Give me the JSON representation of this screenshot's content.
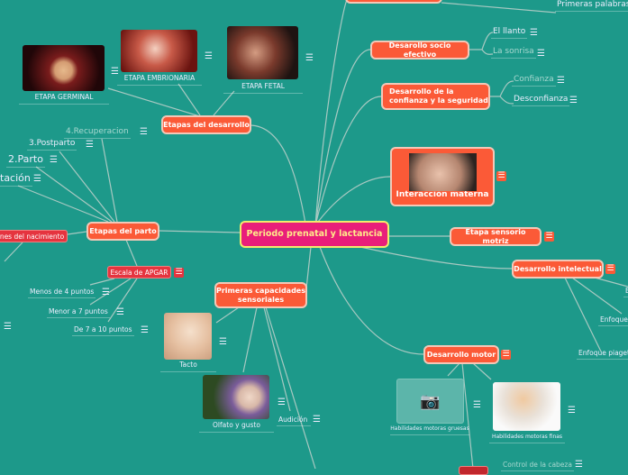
{
  "central": "Periodo prenatal y lactancia",
  "top_right": {
    "primeras_palabras": "Primeras palabras"
  },
  "socio": {
    "label": "Desarollo socio efectivo",
    "children": [
      "El llanto",
      "La sonrisa"
    ]
  },
  "confianza": {
    "label": "Desarrollo de la confianza y la seguridad",
    "children": [
      "Confianza",
      "Desconfianza"
    ]
  },
  "interaccion": {
    "label": "Interacción materna"
  },
  "sensorio": {
    "label": "Etapa sensorio motriz"
  },
  "intelectual": {
    "label": "Desarrollo intelectual",
    "children": [
      "E",
      "Enfoque p",
      "Enfoque piagetan"
    ]
  },
  "motor": {
    "label": "Desarrollo motor",
    "children": [
      "Habilidades motoras gruesas",
      "Habilidades motoras finas",
      "Control de la cabeza"
    ]
  },
  "etapas_desarrollo": {
    "label": "Etapas del desarrollo",
    "children": [
      "ETAPA GERMINAL",
      "ETAPA EMBRIONARIA",
      "ETAPA FETAL"
    ]
  },
  "etapas_parto": {
    "label": "Etapas del parto",
    "children": [
      "4.Recuperacion",
      "3.Postparto",
      "2.Parto",
      "tación"
    ],
    "nacimiento": "nes del nacimiento"
  },
  "apgar": {
    "label": "Escala de APGAR",
    "children": [
      "Menos de 4 puntos",
      "Menor a 7 puntos",
      "De 7 a 10 puntos"
    ]
  },
  "sensoriales": {
    "label": "Primeras capacidades sensoriales",
    "children": [
      "Tacto",
      "Olfato y gusto",
      "Audición"
    ]
  },
  "icons": {
    "notes": "☰",
    "camera": "camera-icon"
  },
  "colors": {
    "background": "#1d998a",
    "node": "#fb5a37",
    "central": "#e91e7a",
    "red": "#e5343f"
  }
}
